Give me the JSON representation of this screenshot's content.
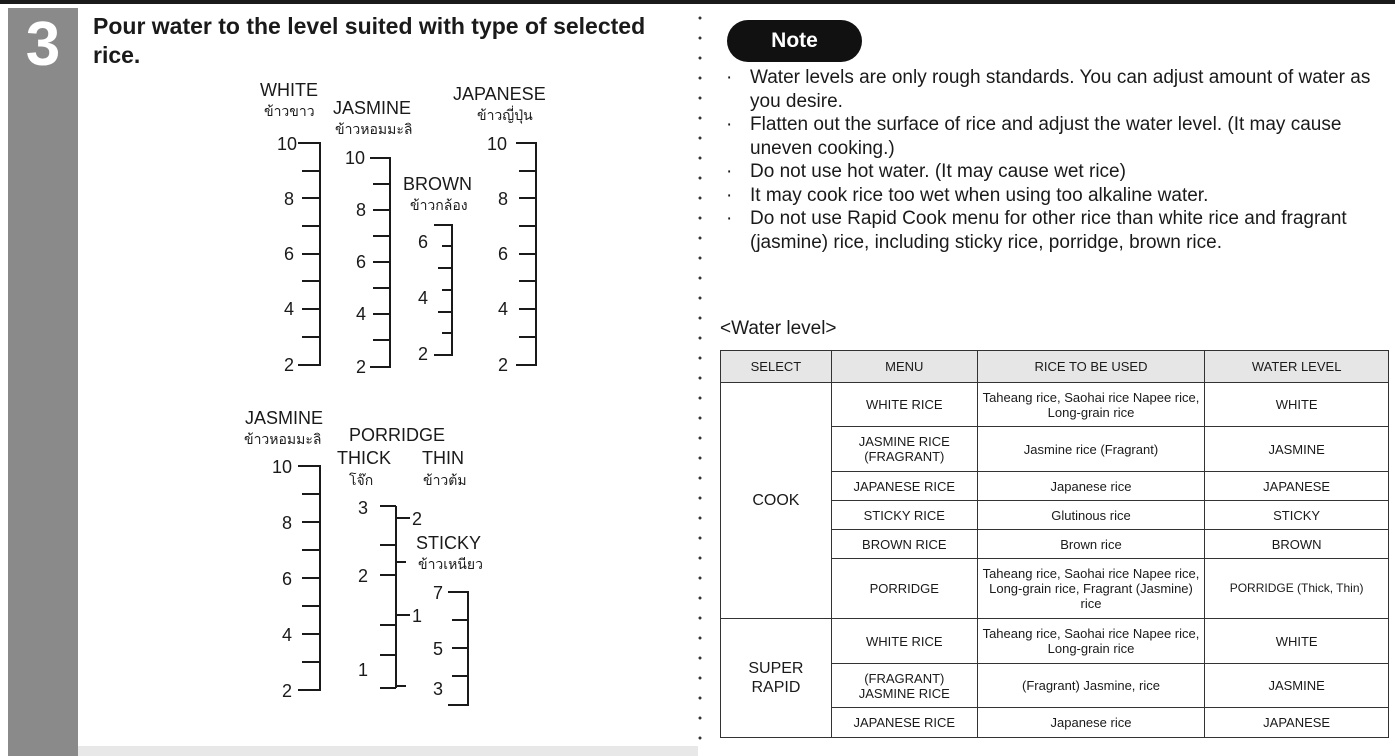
{
  "step": {
    "number": "3",
    "heading": "Pour water to the level suited with type of selected rice."
  },
  "scales": {
    "white": {
      "label": "WHITE",
      "thai": "ข้าวขาว",
      "ticks": [
        "10",
        "8",
        "6",
        "4",
        "2"
      ]
    },
    "jasmine": {
      "label": "JASMINE",
      "thai": "ข้าวหอมมะลิ",
      "ticks": [
        "10",
        "8",
        "6",
        "4",
        "2"
      ]
    },
    "brown": {
      "label": "BROWN",
      "thai": "ข้าวกล้อง",
      "ticks": [
        "6",
        "4",
        "2"
      ]
    },
    "japanese": {
      "label": "JAPANESE",
      "thai": "ข้าวญี่ปุ่น",
      "ticks": [
        "10",
        "8",
        "6",
        "4",
        "2"
      ]
    },
    "jasmine2": {
      "label": "JASMINE",
      "thai": "ข้าวหอมมะลิ",
      "ticks": [
        "10",
        "8",
        "6",
        "4",
        "2"
      ]
    },
    "porridge": {
      "label": "PORRIDGE",
      "thick": {
        "label": "THICK",
        "thai": "โจ๊ก",
        "ticks": [
          "3",
          "2",
          "1"
        ]
      },
      "thin": {
        "label": "THIN",
        "thai": "ข้าวต้ม",
        "ticks": [
          "2",
          "1"
        ]
      }
    },
    "sticky": {
      "label": "STICKY",
      "thai": "ข้าวเหนียว",
      "ticks": [
        "7",
        "5",
        "3"
      ]
    }
  },
  "note": {
    "title": "Note",
    "bullet": "·",
    "items": [
      "Water levels are only rough standards. You can adjust amount of water as you desire.",
      "Flatten out the surface of rice and adjust the water level. (It may cause uneven cooking.)",
      "Do not use hot water. (It may cause wet rice)",
      "It may cook rice too wet when using too alkaline water.",
      "Do not use Rapid Cook menu for other rice than white rice and fragrant (jasmine) rice, including sticky rice, porridge, brown rice."
    ]
  },
  "water_level": {
    "title": "<Water level>",
    "headers": [
      "SELECT",
      "MENU",
      "RICE TO BE USED",
      "WATER LEVEL"
    ],
    "groups": [
      {
        "select": "COOK",
        "rows": [
          {
            "menu": "WHITE RICE",
            "rice": "Taheang rice, Saohai rice Napee rice, Long-grain rice",
            "level": "WHITE"
          },
          {
            "menu": "JASMINE RICE (FRAGRANT)",
            "rice": "Jasmine rice (Fragrant)",
            "level": "JASMINE"
          },
          {
            "menu": "JAPANESE RICE",
            "rice": "Japanese rice",
            "level": "JAPANESE"
          },
          {
            "menu": "STICKY RICE",
            "rice": "Glutinous rice",
            "level": "STICKY"
          },
          {
            "menu": "BROWN RICE",
            "rice": "Brown rice",
            "level": "BROWN"
          },
          {
            "menu": "PORRIDGE",
            "rice": "Taheang rice, Saohai rice Napee rice, Long-grain rice, Fragrant (Jasmine) rice",
            "level": "PORRIDGE (Thick, Thin)"
          }
        ]
      },
      {
        "select": "SUPER RAPID",
        "rows": [
          {
            "menu": "WHITE RICE",
            "rice": "Taheang rice, Saohai rice Napee rice, Long-grain rice",
            "level": "WHITE"
          },
          {
            "menu": "(FRAGRANT) JASMINE RICE",
            "rice": "(Fragrant) Jasmine, rice",
            "level": "JASMINE"
          },
          {
            "menu": "JAPANESE RICE",
            "rice": "Japanese rice",
            "level": "JAPANESE"
          }
        ]
      }
    ]
  }
}
